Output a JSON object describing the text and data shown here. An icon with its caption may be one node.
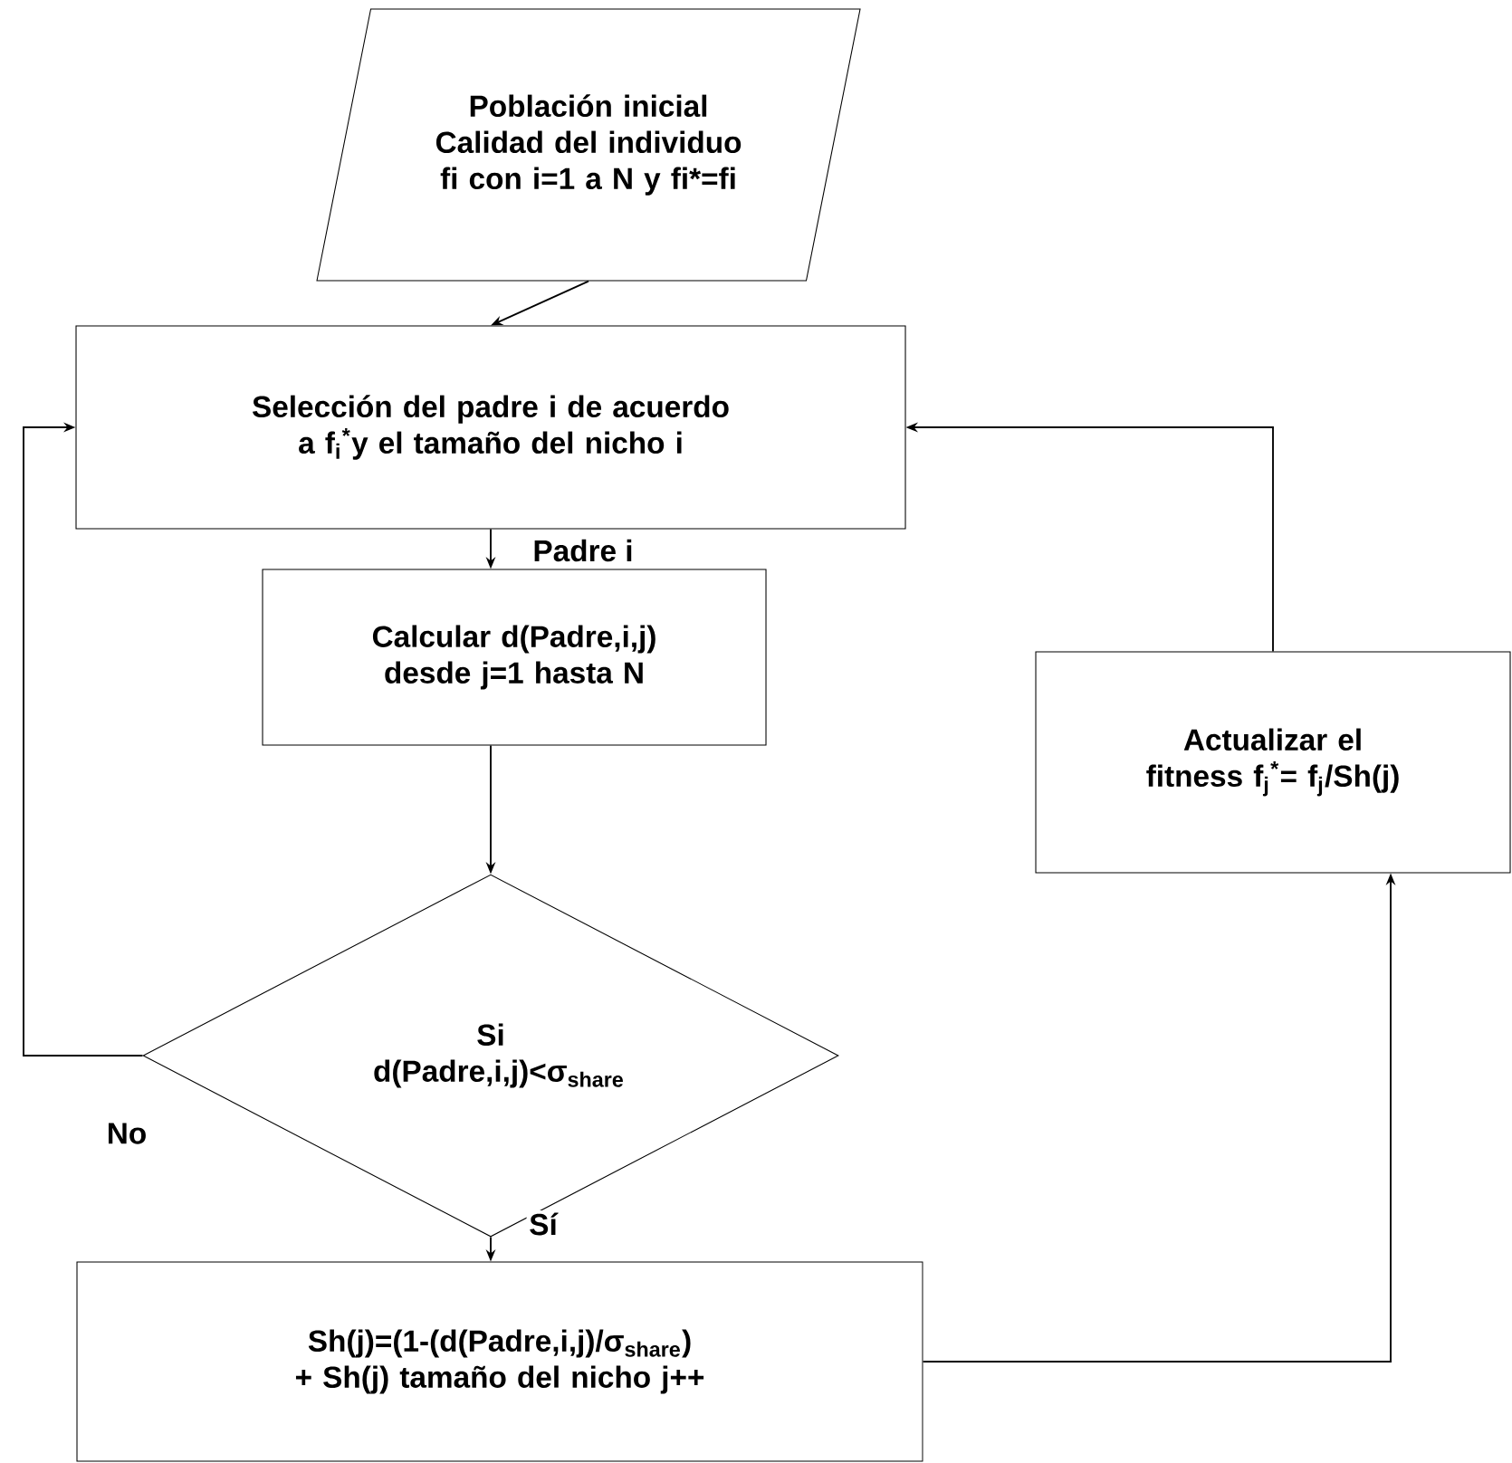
{
  "diagram": {
    "nodes": [
      {
        "text": [
          "Población inicial Calidad del individuo fi con i=1 a N y fi*=fi"
        ]
      },
      {
        "text": [
          "Selección del padre i de acuerdo a f$_{i}$$^{*}$y el tamaño del nicho i"
        ]
      },
      {
        "text": [
          "Calcular d(Padre,i,j) desde j=1 hasta N"
        ]
      },
      {
        "text": [
          "Si d(Padre,i,j)<σ$_{share}$"
        ]
      },
      {
        "text": [
          "Sh(j)=(1-(d(Padre,i,j)/σ$_{share}$) + Sh(j) tamaño del nicho j++"
        ]
      },
      {
        "text": [
          "Actualizar el fitness f$_{j}$$^{*}$= f$_{j}$/Sh(j)"
        ]
      }
    ],
    "edges": [
      {
        "from": 0,
        "to": 1,
        "arrow": "to"
      },
      {
        "from": 1,
        "to": 2,
        "arrow": "to",
        "label": "Padre i"
      },
      {
        "from": 2,
        "to": 3,
        "arrow": "to"
      },
      {
        "from": 3,
        "to": 1,
        "arrow": "to",
        "label": "No"
      },
      {
        "from": 3,
        "to": 4,
        "arrow": "to",
        "label": "Sí"
      },
      {
        "from": 4,
        "to": 5,
        "arrow": "to"
      },
      {
        "from": 5,
        "to": 1,
        "arrow": "to"
      }
    ]
  }
}
